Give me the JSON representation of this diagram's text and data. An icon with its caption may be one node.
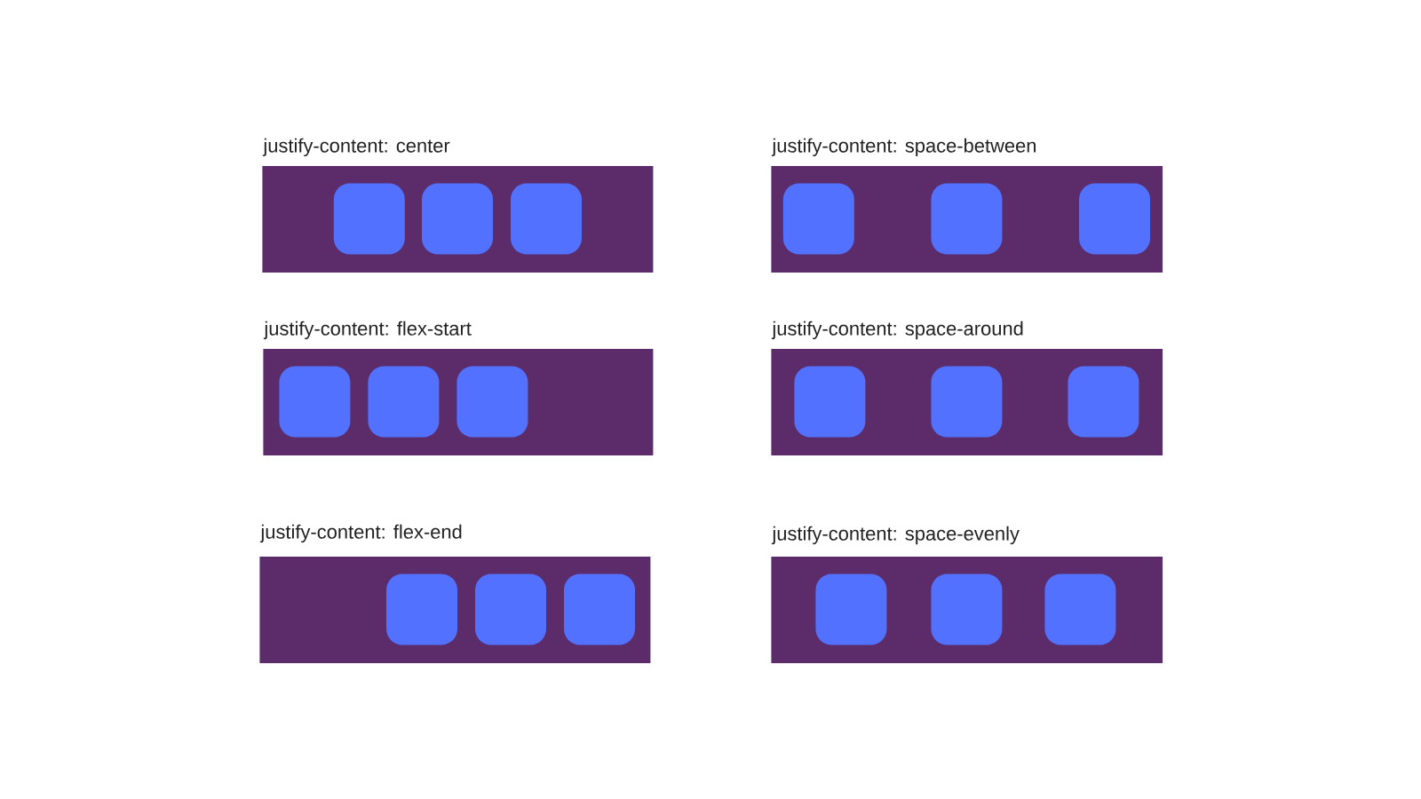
{
  "diagram": {
    "nodes": [
      {
        "text": [
          "justify-content: center"
        ]
      },
      {
        "text": [],
        "shape": "box",
        "in": 0
      },
      {
        "text": [],
        "shape": "box",
        "in": 0
      },
      {
        "text": [],
        "shape": "box",
        "in": 0
      },
      {
        "text": [
          "justify-content: space-between"
        ]
      },
      {
        "text": [],
        "shape": "box",
        "in": 4
      },
      {
        "text": [],
        "shape": "box",
        "in": 4
      },
      {
        "text": [],
        "shape": "box",
        "in": 4
      },
      {
        "text": [
          "justify-content: flex-start"
        ]
      },
      {
        "text": [],
        "shape": "box",
        "in": 8
      },
      {
        "text": [],
        "shape": "box",
        "in": 8
      },
      {
        "text": [],
        "shape": "box",
        "in": 8
      },
      {
        "text": [
          "justify-content: space-around"
        ]
      },
      {
        "text": [],
        "shape": "box",
        "in": 12
      },
      {
        "text": [],
        "shape": "box",
        "in": 12
      },
      {
        "text": [],
        "shape": "box",
        "in": 12
      },
      {
        "text": [
          "justify-content: flex-end"
        ]
      },
      {
        "text": [],
        "shape": "box",
        "in": 16
      },
      {
        "text": [],
        "shape": "box",
        "in": 16
      },
      {
        "text": [],
        "shape": "box",
        "in": 16
      },
      {
        "text": [
          "justify-content: space-evenly"
        ]
      },
      {
        "text": [],
        "shape": "box",
        "in": 20
      },
      {
        "text": [],
        "shape": "box",
        "in": 20
      },
      {
        "text": [],
        "shape": "box",
        "in": 20
      }
    ]
  }
}
